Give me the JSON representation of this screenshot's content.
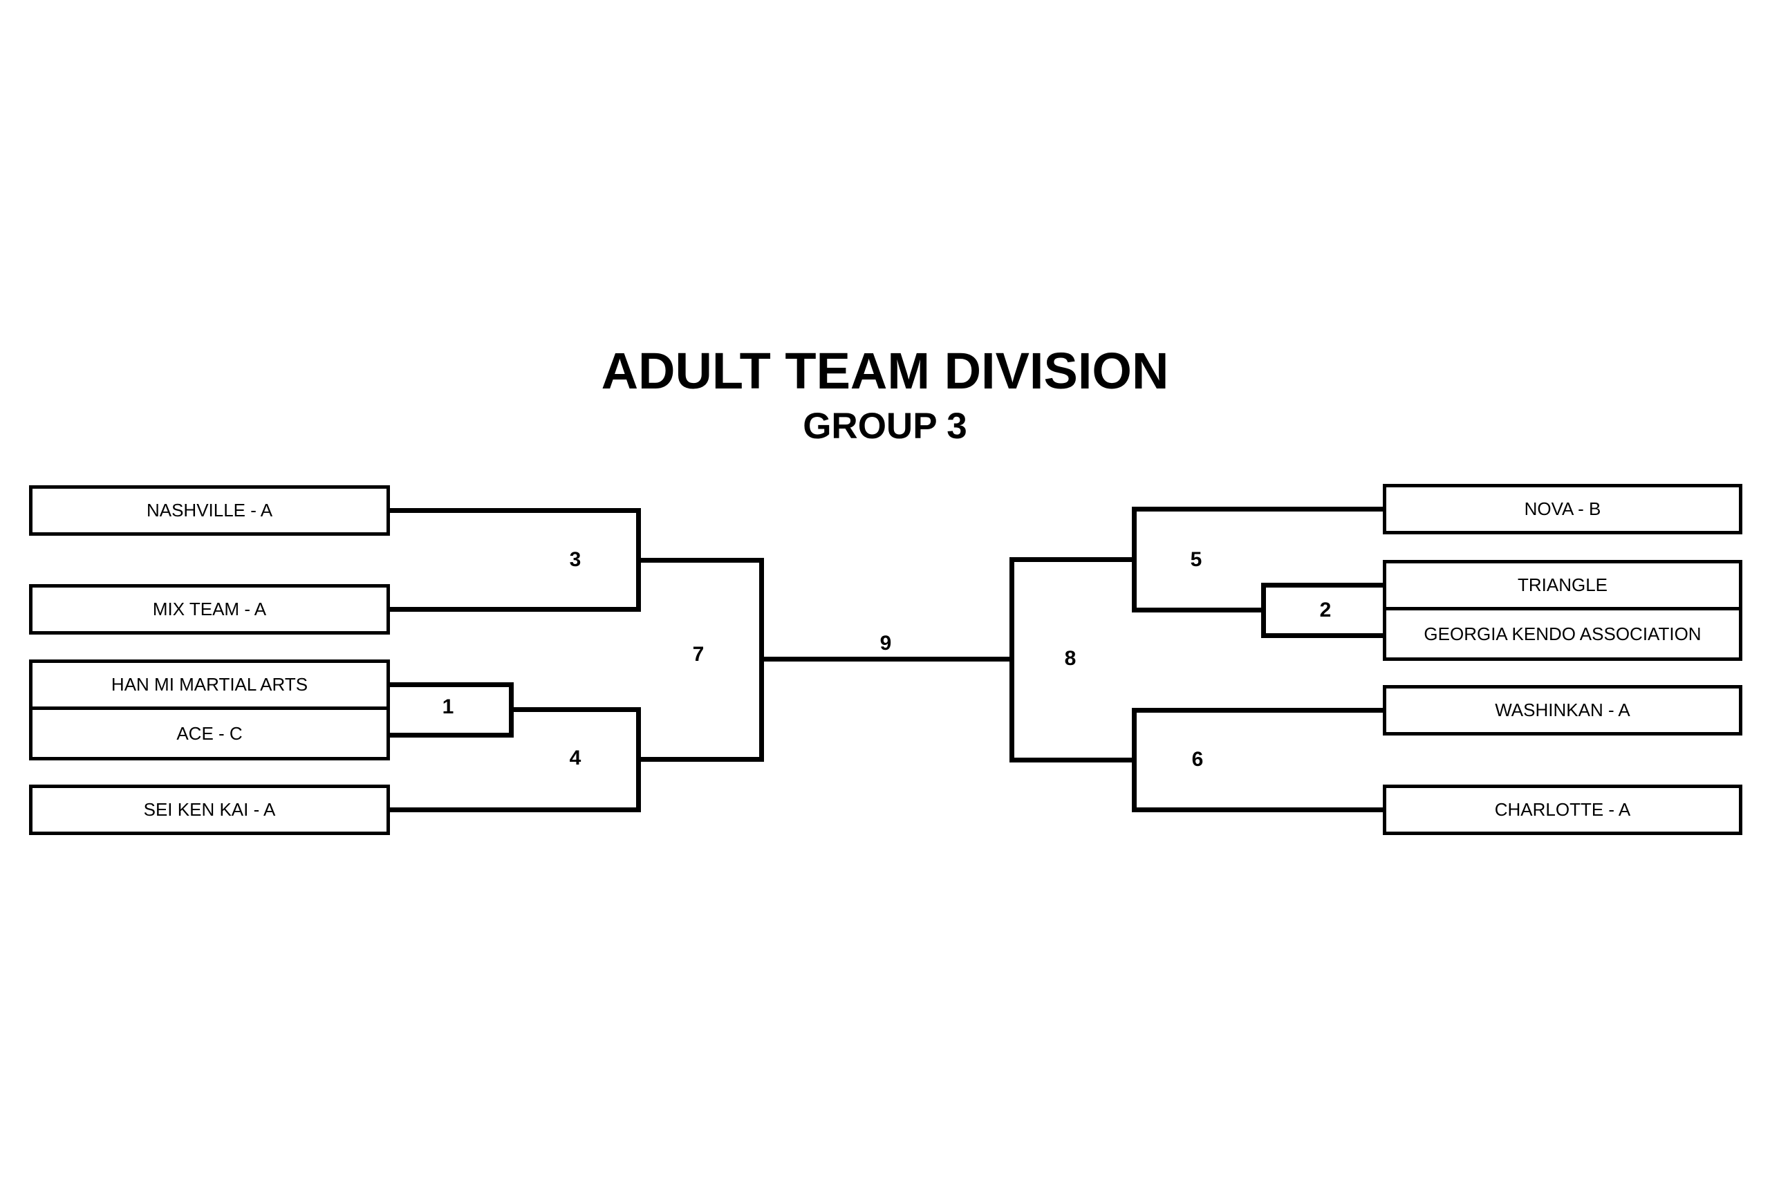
{
  "title": "ADULT TEAM DIVISION",
  "subtitle": "GROUP 3",
  "bracket": {
    "left": {
      "teams": [
        "NASHVILLE - A",
        "MIX TEAM - A",
        "HAN MI MARTIAL ARTS",
        "ACE - C",
        "SEI KEN KAI - A"
      ]
    },
    "right": {
      "teams": [
        "NOVA - B",
        "TRIANGLE",
        "GEORGIA KENDO ASSOCIATION",
        "WASHINKAN - A",
        "CHARLOTTE - A"
      ]
    },
    "match_numbers": [
      "1",
      "2",
      "3",
      "4",
      "5",
      "6",
      "7",
      "8",
      "9"
    ],
    "line_color": "#000000",
    "background_color": "#ffffff"
  }
}
